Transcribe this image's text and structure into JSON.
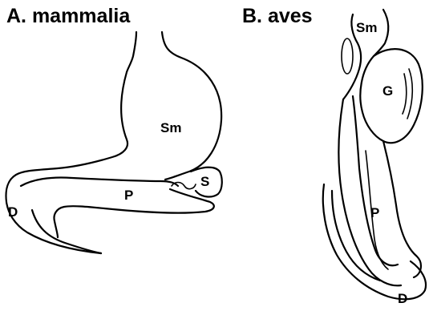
{
  "panels": {
    "a": {
      "title": "A. mammalia",
      "labels": {
        "stomach": "Sm",
        "pylorus": "P",
        "sphincter": "S",
        "duodenum": "D"
      }
    },
    "b": {
      "title": "B. aves",
      "labels": {
        "stomach": "Sm",
        "gizzard": "G",
        "pylorus": "P",
        "duodenum": "D"
      }
    }
  }
}
